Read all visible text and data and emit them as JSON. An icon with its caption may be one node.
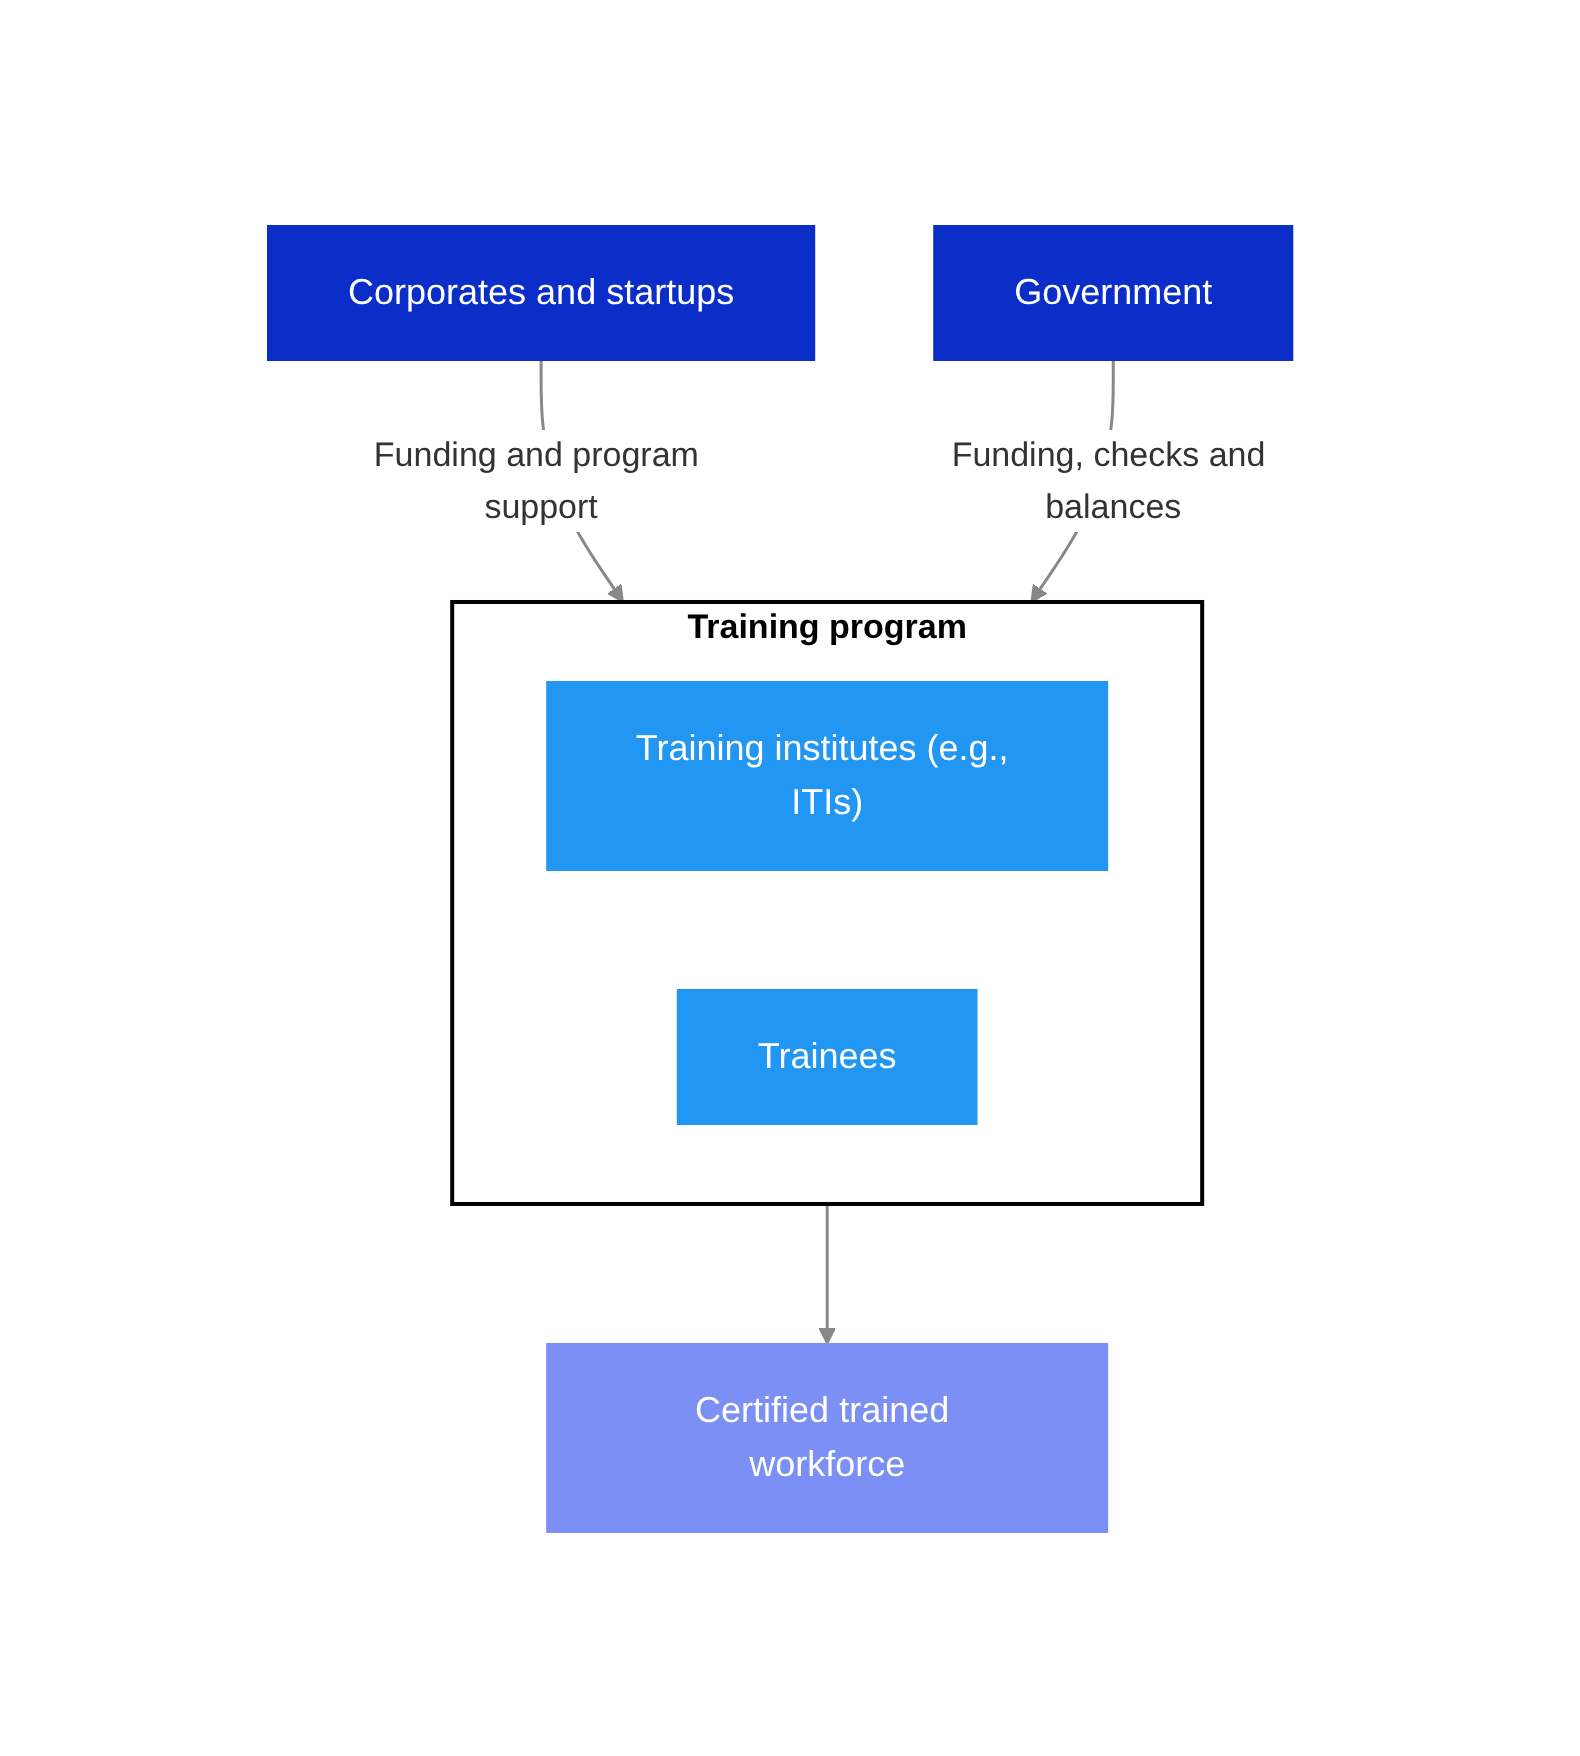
{
  "diagram": {
    "nodes": [
      {
        "text": [
          "Corporates and startups"
        ]
      },
      {
        "text": [
          "Government"
        ]
      },
      {
        "text": [
          "Training program"
        ]
      },
      {
        "text": [
          "Training institutes (e.g., ITIs)"
        ],
        "in": 2
      },
      {
        "text": [
          "Trainees"
        ],
        "in": 2
      },
      {
        "text": [
          "Certified trained workforce"
        ]
      }
    ],
    "edges": [
      {
        "from": 0,
        "to": 2,
        "arrow": "to",
        "label": "Funding and program support"
      },
      {
        "from": 1,
        "to": 2,
        "arrow": "to",
        "label": "Funding, checks and balances"
      },
      {
        "from": 2,
        "to": 5,
        "arrow": "to"
      }
    ]
  }
}
